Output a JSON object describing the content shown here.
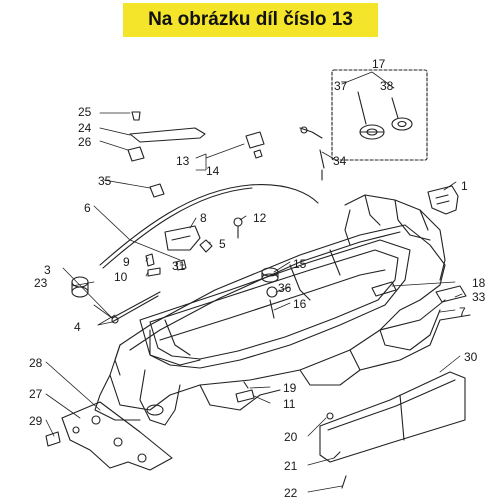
{
  "banner": {
    "title": "Na obrázku díl číslo 13"
  },
  "callouts": [
    {
      "id": "c1",
      "text": "1"
    },
    {
      "id": "c3",
      "text": "3"
    },
    {
      "id": "c4",
      "text": "4"
    },
    {
      "id": "c5",
      "text": "5"
    },
    {
      "id": "c6",
      "text": "6"
    },
    {
      "id": "c7",
      "text": "7"
    },
    {
      "id": "c8",
      "text": "8"
    },
    {
      "id": "c9",
      "text": "9"
    },
    {
      "id": "c10",
      "text": "10"
    },
    {
      "id": "c11",
      "text": "11"
    },
    {
      "id": "c12",
      "text": "12"
    },
    {
      "id": "c13",
      "text": "13"
    },
    {
      "id": "c14",
      "text": "14"
    },
    {
      "id": "c15",
      "text": "15"
    },
    {
      "id": "c16",
      "text": "16"
    },
    {
      "id": "c17",
      "text": "17"
    },
    {
      "id": "c18",
      "text": "18"
    },
    {
      "id": "c19",
      "text": "19"
    },
    {
      "id": "c20",
      "text": "20"
    },
    {
      "id": "c21",
      "text": "21"
    },
    {
      "id": "c22",
      "text": "22"
    },
    {
      "id": "c23",
      "text": "23"
    },
    {
      "id": "c24",
      "text": "24"
    },
    {
      "id": "c25",
      "text": "25"
    },
    {
      "id": "c26",
      "text": "26"
    },
    {
      "id": "c27",
      "text": "27"
    },
    {
      "id": "c28",
      "text": "28"
    },
    {
      "id": "c29",
      "text": "29"
    },
    {
      "id": "c30",
      "text": "30"
    },
    {
      "id": "c31",
      "text": "31"
    },
    {
      "id": "c33",
      "text": "33"
    },
    {
      "id": "c34",
      "text": "34"
    },
    {
      "id": "c35",
      "text": "35"
    },
    {
      "id": "c36",
      "text": "36"
    },
    {
      "id": "c37",
      "text": "37"
    },
    {
      "id": "c38",
      "text": "38"
    }
  ],
  "colors": {
    "banner": "#f4e42a",
    "line": "#222222",
    "highlight": "#8b1a1a"
  }
}
